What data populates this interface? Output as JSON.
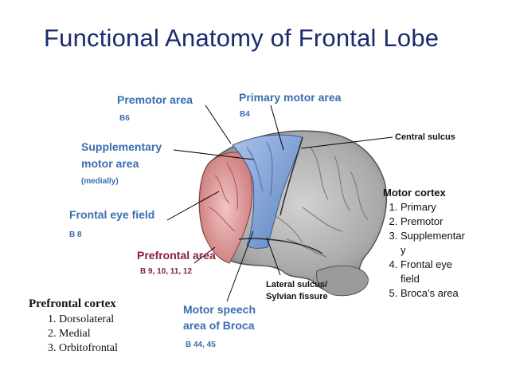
{
  "title": "Functional Anatomy of Frontal Lobe",
  "labels": {
    "premotor": {
      "name": "Premotor area",
      "code": "B6"
    },
    "primary_motor": {
      "name": "Primary motor area",
      "code": "B4"
    },
    "central_sulcus": "Central sulcus",
    "supplementary": {
      "line1": "Supplementary",
      "line2": "motor area",
      "note": "(medially)"
    },
    "frontal_eye": {
      "name": "Frontal eye field",
      "code": "B 8"
    },
    "prefrontal": {
      "name": "Prefrontal area",
      "code": "B 9, 10, 11, 12"
    },
    "lateral_sulcus": {
      "line1": "Lateral sulcus/",
      "line2": "Sylvian fissure"
    },
    "broca": {
      "line1": "Motor speech",
      "line2": "area of Broca",
      "code": "B 44, 45"
    }
  },
  "motor_cortex": {
    "heading": "Motor cortex",
    "items": [
      "Primary",
      "Premotor",
      "Supplementar y",
      "Frontal eye field",
      "Broca’s area"
    ]
  },
  "prefrontal_cortex": {
    "heading": "Prefrontal cortex",
    "items": [
      "Dorsolateral",
      "Medial",
      "Orbitofrontal"
    ]
  },
  "colors": {
    "title": "#1a2a6c",
    "blue_label": "#3a6db0",
    "red_label": "#8a1f3a",
    "brain_gray": "#b8b8b8",
    "motor_blue": "#7fa2d4",
    "prefrontal_pink": "#e8a7a7"
  }
}
